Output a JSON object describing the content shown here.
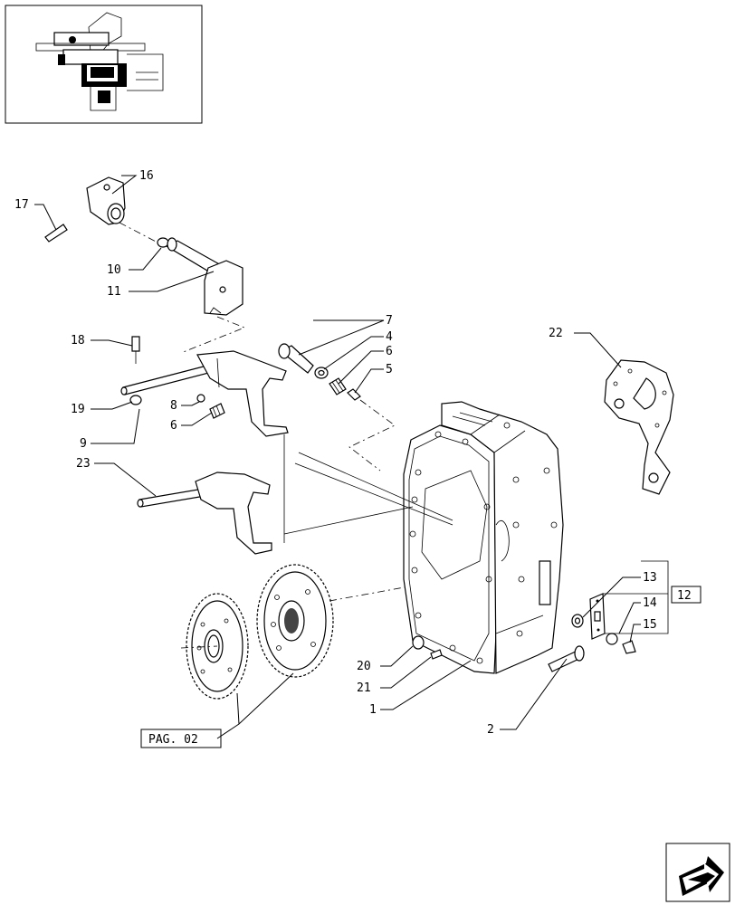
{
  "labels": {
    "p1": "1",
    "p2": "2",
    "p4": "4",
    "p5": "5",
    "p6a": "6",
    "p6b": "6",
    "p7": "7",
    "p8": "8",
    "p9": "9",
    "p10": "10",
    "p11": "11",
    "p12": "12",
    "p13": "13",
    "p14": "14",
    "p15": "15",
    "p16": "16",
    "p17": "17",
    "p18": "18",
    "p19": "19",
    "p20": "20",
    "p21": "21",
    "p22": "22",
    "p23": "23"
  },
  "page_ref": "PAG. 02",
  "icons": {
    "nav": "next-page-arrow-icon"
  },
  "colors": {
    "ink": "#000000",
    "paper": "#ffffff"
  }
}
